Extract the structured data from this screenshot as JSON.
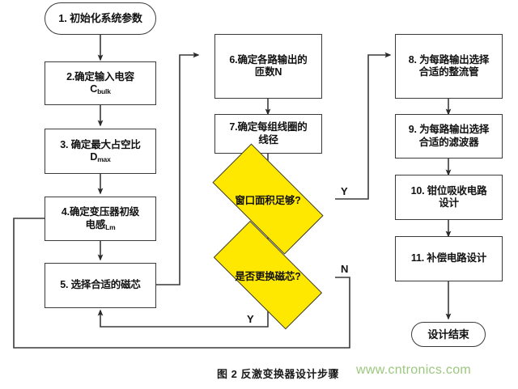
{
  "figure": {
    "caption": "图 2 反激变换器设计步骤",
    "watermark": "www.cntronics.com",
    "decision_fill": "#ffe800",
    "outline_color": "#3a3a3a",
    "watermark_color": "#9cc77f"
  },
  "nodes": {
    "start": {
      "label": "1. 初始化系统参数",
      "shape": "terminal"
    },
    "step2": {
      "line1": "2.确定输入电容",
      "line2": "C",
      "sub2": "bulk",
      "shape": "process"
    },
    "step3": {
      "line1": "3. 确定最大占空比",
      "line2": "D",
      "sub2": "max",
      "shape": "process"
    },
    "step4": {
      "line1": "4.确定变压器初级",
      "line2": "电感",
      "sub2": "Lm",
      "shape": "process"
    },
    "step5": {
      "label": "5. 选择合适的磁芯",
      "shape": "process"
    },
    "step6": {
      "line1": "6.确定各路输出的",
      "line2": "匝数N",
      "shape": "process"
    },
    "step7": {
      "line1": "7.确定每组线圈的",
      "line2": "线径",
      "shape": "process"
    },
    "step8": {
      "line1": "8. 为每路输出选择",
      "line2": "合适的整流管",
      "shape": "process"
    },
    "step9": {
      "line1": "9. 为每路输出选择",
      "line2": "合适的滤波器",
      "shape": "process"
    },
    "step10": {
      "line1": "10. 钳位吸收电路",
      "line2": "设计",
      "shape": "process"
    },
    "step11": {
      "label": "11. 补偿电路设计",
      "shape": "process"
    },
    "decision1": {
      "label": "窗口面积足够?",
      "shape": "decision"
    },
    "decision2": {
      "label": "是否更换磁芯?",
      "shape": "decision"
    },
    "end": {
      "label": "设计结束",
      "shape": "terminal"
    }
  },
  "branch_labels": {
    "d1_yes": "Y",
    "d2_no": "N",
    "d2_yes": "Y"
  },
  "flow": {
    "edges": [
      {
        "from": "start",
        "to": "step2"
      },
      {
        "from": "step2",
        "to": "step3"
      },
      {
        "from": "step3",
        "to": "step4"
      },
      {
        "from": "step4",
        "to": "step5"
      },
      {
        "from": "step5",
        "to": "step6"
      },
      {
        "from": "step6",
        "to": "step7"
      },
      {
        "from": "step7",
        "to": "decision1"
      },
      {
        "from": "decision1",
        "to": "step8",
        "label": "Y"
      },
      {
        "from": "decision1",
        "to": "decision2"
      },
      {
        "from": "decision2",
        "to": "step5",
        "label": "Y"
      },
      {
        "from": "decision2",
        "to": "step4",
        "label": "N"
      },
      {
        "from": "step8",
        "to": "step9"
      },
      {
        "from": "step9",
        "to": "step10"
      },
      {
        "from": "step10",
        "to": "step11"
      },
      {
        "from": "step11",
        "to": "end"
      }
    ]
  }
}
